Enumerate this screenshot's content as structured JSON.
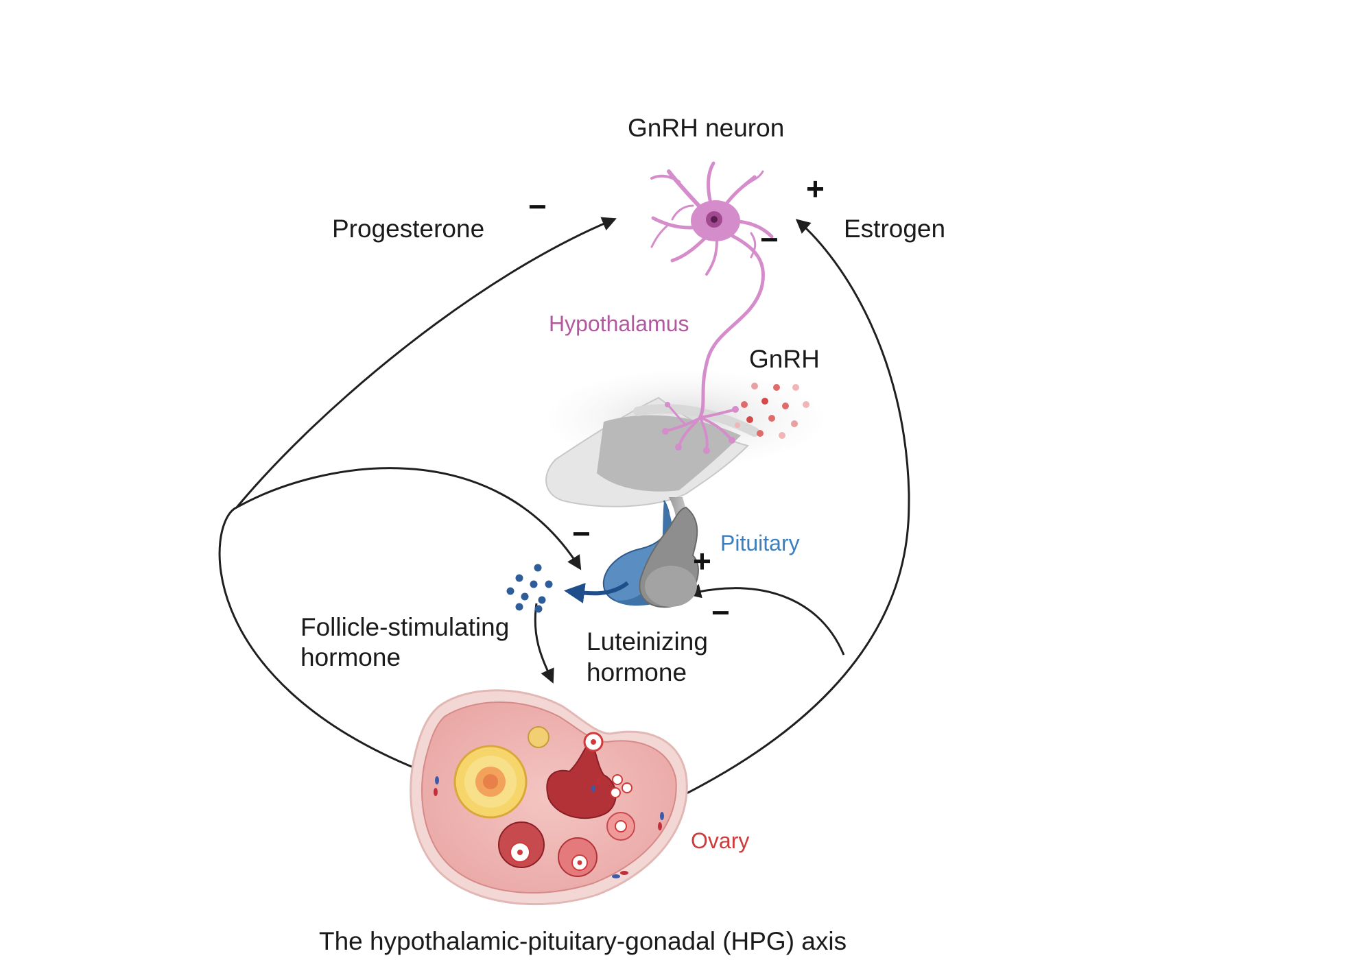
{
  "labels": {
    "gnrh_neuron": "GnRH neuron",
    "progesterone": "Progesterone",
    "estrogen": "Estrogen",
    "hypothalamus": "Hypothalamus",
    "gnrh": "GnRH",
    "pituitary": "Pituitary",
    "fsh_line1": "Follicle-stimulating",
    "fsh_line2": "hormone",
    "lh_line1": "Luteinizing",
    "lh_line2": "hormone",
    "ovary": "Ovary",
    "caption": "The hypothalamic-pituitary-gonadal (HPG) axis"
  },
  "signs": {
    "progesterone_inhibit": "−",
    "estrogen_stimulate": "+",
    "estrogen_inhibit": "−",
    "pituitary_inhibit": "−",
    "pituitary_stimulate": "+",
    "pituitary_inhibit_lower": "−"
  },
  "colors": {
    "hypothalamus": "#b0599e",
    "pituitary": "#3a7fc0",
    "ovary": "#d03a3a",
    "arrow": "#1f1f1f",
    "neuron": "#d58ccb",
    "gnrh_dots": "#e06b6b",
    "fsh_dots": "#2e5d99"
  }
}
